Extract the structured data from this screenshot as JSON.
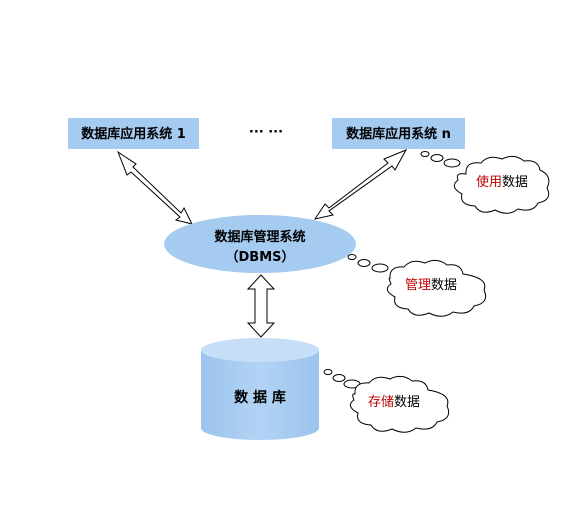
{
  "app_system_1": "数据库应用系统 1",
  "ellipsis": "··· ···",
  "app_system_n": "数据库应用系统 n",
  "dbms": {
    "line1": "数据库管理系统",
    "line2": "（DBMS）"
  },
  "database": "数 据 库",
  "clouds": {
    "use": {
      "highlight": "使用",
      "rest": "数据"
    },
    "manage": {
      "highlight": "管理",
      "rest": "数据"
    },
    "store": {
      "highlight": "存储",
      "rest": "数据"
    }
  },
  "colors": {
    "fill": "#a6cbf1",
    "fill_light": "#c6def6",
    "highlight_text": "#c00000",
    "stroke": "#000000"
  }
}
